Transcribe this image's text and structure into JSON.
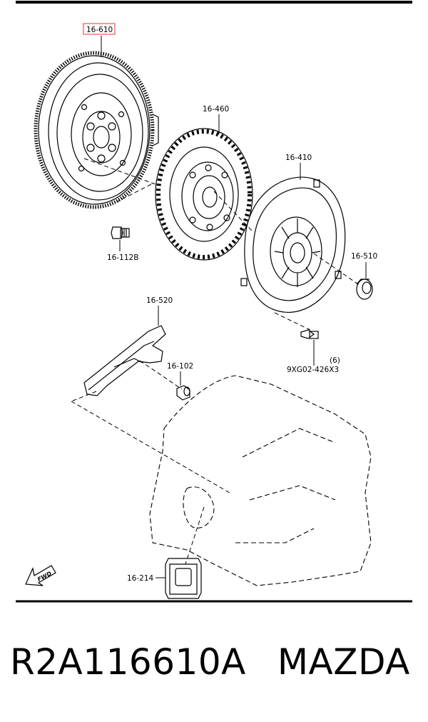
{
  "diagram": {
    "labels": {
      "flywheel": "16-610",
      "clutch_disc": "16-460",
      "pressure_plate": "16-410",
      "bolt_flywheel": "16-112B",
      "release_bearing": "16-510",
      "release_fork": "16-520",
      "pivot_pin": "16-102",
      "bolt_cover": "9XG02-426X3",
      "bolt_qty": "(6)",
      "boot": "16-214",
      "fwd": "FWD"
    },
    "highlight_color": "#e8332b",
    "line_color": "#000000"
  },
  "caption": {
    "part_number": "R2A116610A",
    "brand": "MAZDA"
  }
}
